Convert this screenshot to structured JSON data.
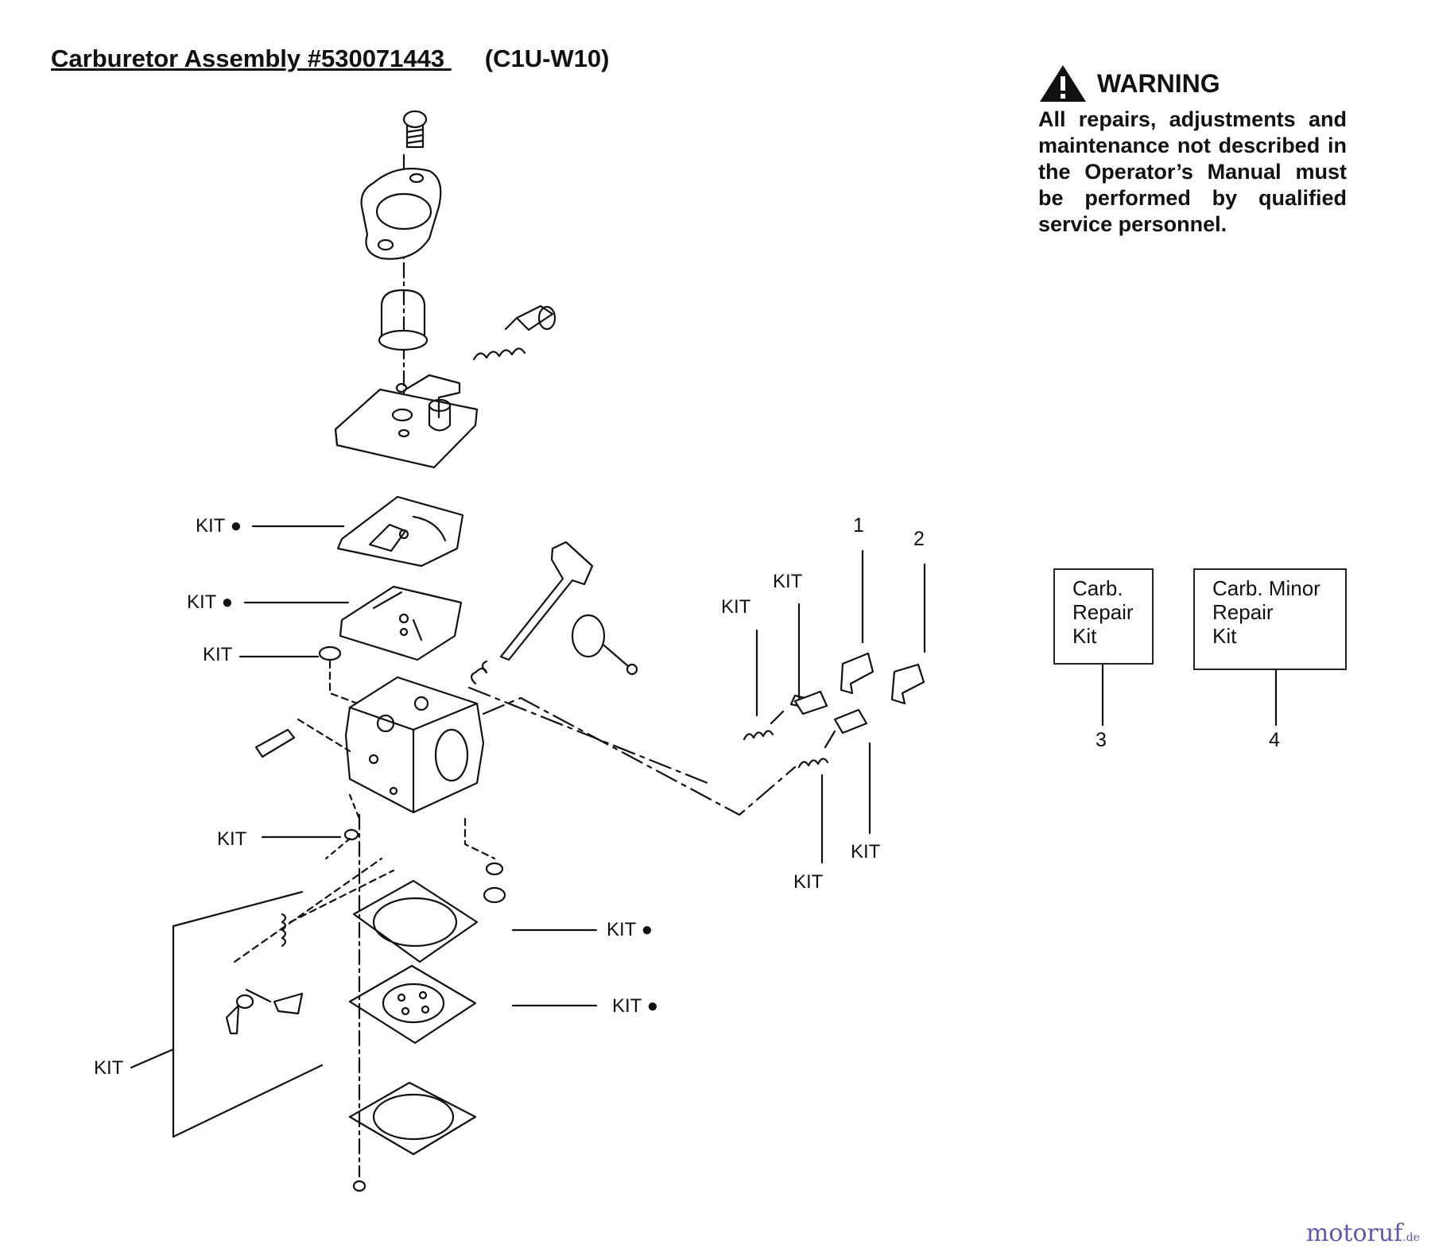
{
  "title": {
    "main": "Carburetor Assembly  #530071443 ",
    "sub": "(C1U-W10)"
  },
  "warning": {
    "icon": "warning-triangle-icon",
    "heading": "WARNING",
    "text": "All repairs, adjustments and maintenance not described in the Operator’s Manual must be performed by qualified service personnel."
  },
  "kit_boxes": {
    "repair": {
      "line1": "Carb.",
      "line2": "Repair",
      "line3": "Kit",
      "ref": "3"
    },
    "minor": {
      "line1": "Carb.  Minor",
      "line2": "Repair",
      "line3": "Kit",
      "ref": "4"
    }
  },
  "callouts": {
    "kit_dot": "KIT ●",
    "kit": "KIT",
    "ref1": "1",
    "ref2": "2"
  },
  "brand": {
    "name": "motoruf",
    "domain": ".de"
  }
}
